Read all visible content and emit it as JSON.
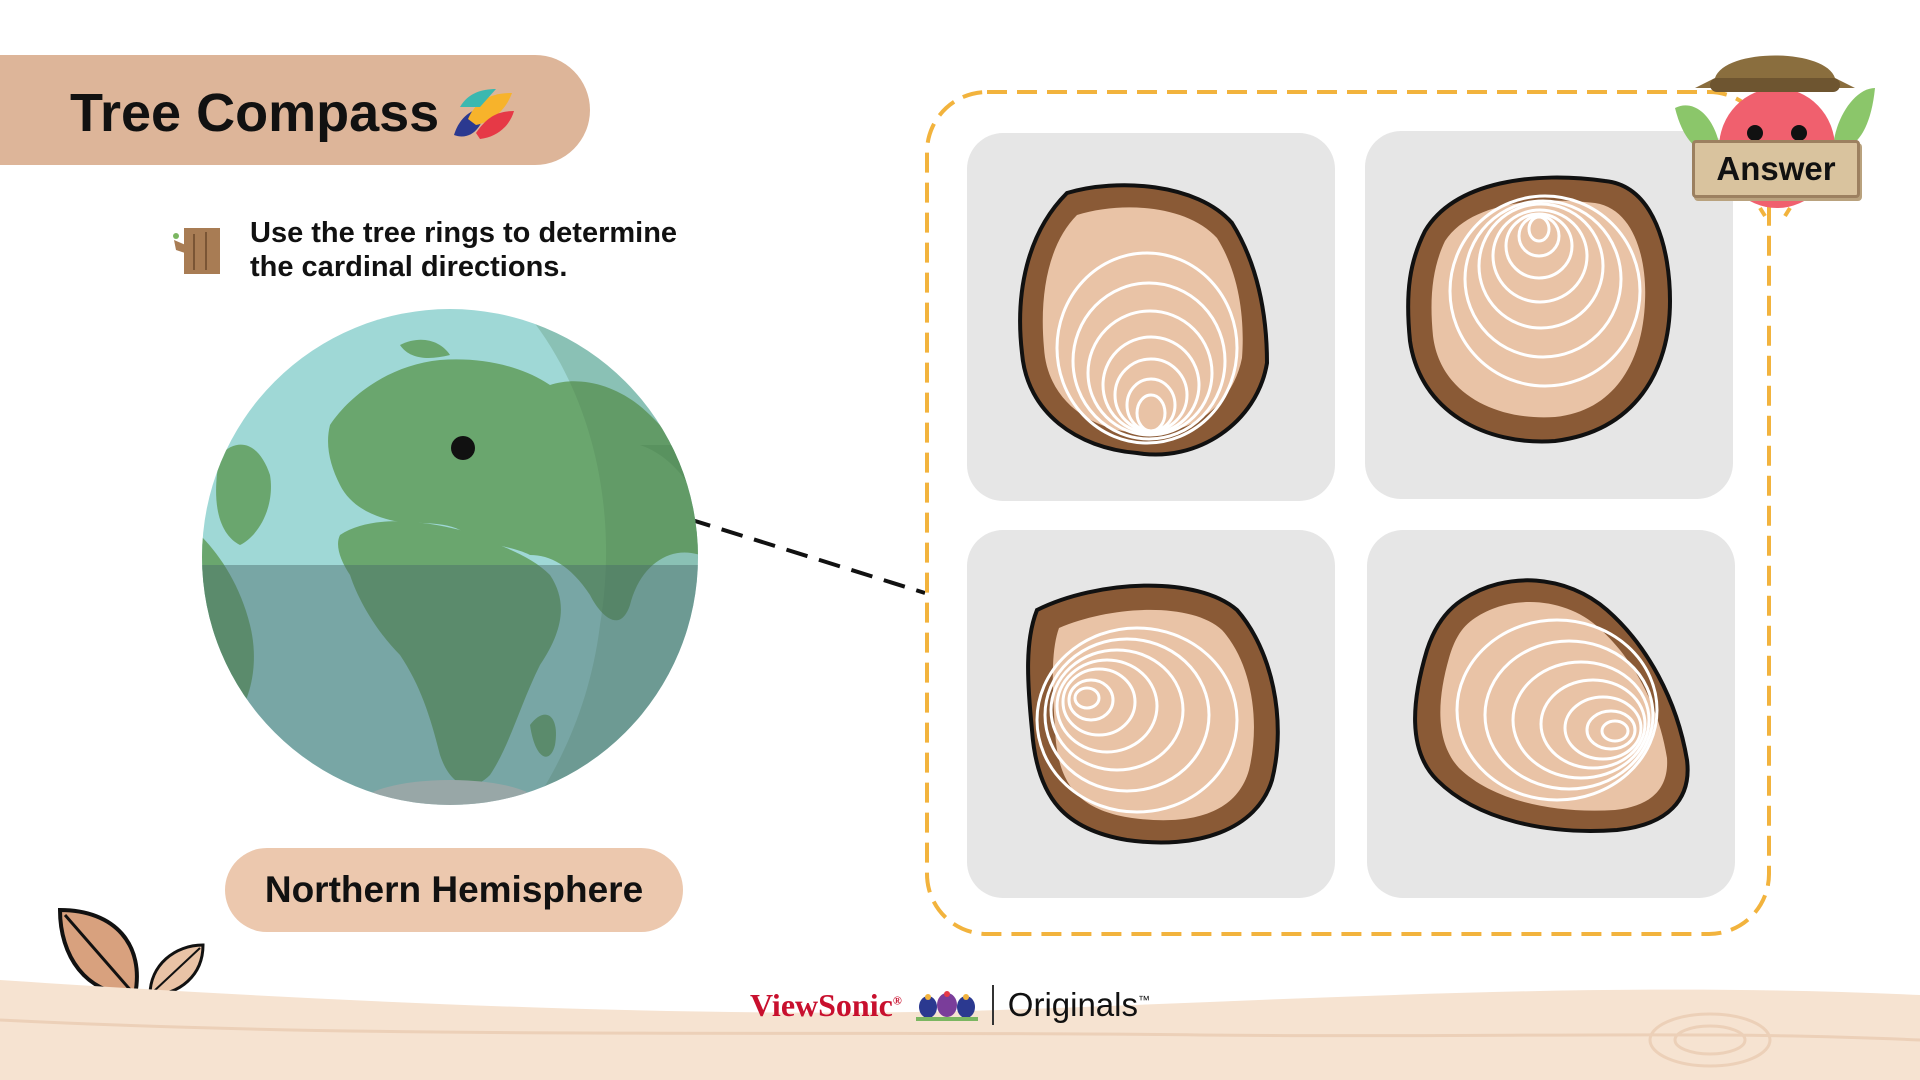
{
  "header": {
    "title": "Tree Compass"
  },
  "instruction": {
    "line1": "Use the tree rings to determine",
    "line2": "the cardinal directions."
  },
  "globe": {
    "label": "Northern Hemisphere"
  },
  "answer_button": {
    "label": "Answer"
  },
  "footer": {
    "brand": "ViewSonic",
    "brand_mark": "®",
    "sub_brand": "Originals",
    "trademark": "™"
  },
  "colors": {
    "banner": "#ddb599",
    "pill": "#ecc8ae",
    "frame_dash": "#f2b33d",
    "card": "#e6e6e6",
    "bark": "#8a5a36",
    "wood": "#e9c3a6",
    "ocean": "#9fd8d6",
    "land": "#6aa66e"
  },
  "icons": {
    "title_logo": "colorful-leaf-logo-icon",
    "instruction": "tree-stump-icon",
    "answer_mascot": "bird-explorer-icon",
    "decor": "leaves-icon"
  }
}
